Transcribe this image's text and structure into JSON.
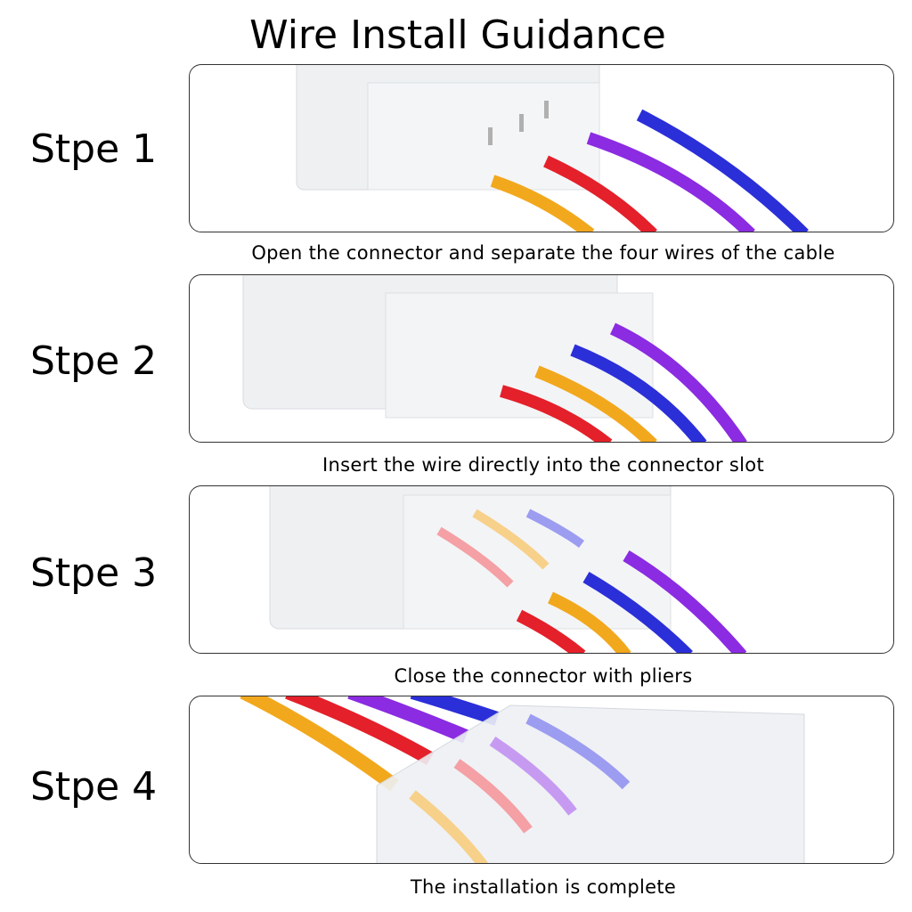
{
  "title": "Wire Install Guidance",
  "steps": [
    {
      "label": "Stpe 1",
      "caption": "Open the connector and separate the four wires of the cable"
    },
    {
      "label": "Stpe 2",
      "caption": "Insert the wire directly into the connector slot"
    },
    {
      "label": "Stpe 3",
      "caption": "Close the connector with pliers"
    },
    {
      "label": "Stpe 4",
      "caption": "The installation is complete"
    }
  ],
  "colors": {
    "yellow": "#f2a81d",
    "red": "#e4202a",
    "purple": "#8b2be2",
    "blue": "#2b2fd8"
  }
}
